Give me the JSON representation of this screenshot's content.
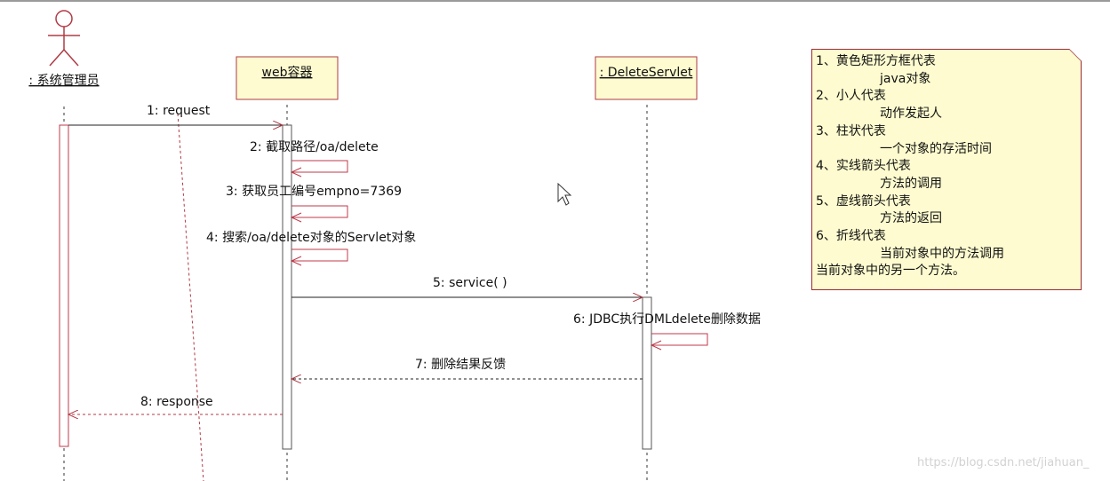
{
  "actors": [
    {
      "id": "admin",
      "label": ": 系统管理员",
      "kind": "stick-figure"
    },
    {
      "id": "web",
      "label": "web容器",
      "kind": "object"
    },
    {
      "id": "servlet",
      "label": ": DeleteServlet",
      "kind": "object"
    }
  ],
  "messages": [
    {
      "num": "1",
      "label": "1: request",
      "from": "admin",
      "to": "web",
      "style": "solid"
    },
    {
      "num": "2",
      "label": "2: 截取路径/oa/delete",
      "from": "web",
      "to": "web",
      "style": "self"
    },
    {
      "num": "3",
      "label": "3: 获取员工编号empno=7369",
      "from": "web",
      "to": "web",
      "style": "self"
    },
    {
      "num": "4",
      "label": "4: 搜索/oa/delete对象的Servlet对象",
      "from": "web",
      "to": "web",
      "style": "self"
    },
    {
      "num": "5",
      "label": "5: service( )",
      "from": "web",
      "to": "servlet",
      "style": "solid"
    },
    {
      "num": "6",
      "label": "6: JDBC执行DMLdelete删除数据",
      "from": "servlet",
      "to": "servlet",
      "style": "self"
    },
    {
      "num": "7",
      "label": "7: 删除结果反馈",
      "from": "servlet",
      "to": "web",
      "style": "dashed"
    },
    {
      "num": "8",
      "label": "8: response",
      "from": "web",
      "to": "admin",
      "style": "dashed"
    }
  ],
  "legend": {
    "lines": [
      {
        "text": "1、黄色矩形方框代表",
        "indent": false
      },
      {
        "text": "java对象",
        "indent": true
      },
      {
        "text": "2、小人代表",
        "indent": false
      },
      {
        "text": "动作发起人",
        "indent": true
      },
      {
        "text": "3、柱状代表",
        "indent": false
      },
      {
        "text": "一个对象的存活时间",
        "indent": true
      },
      {
        "text": "4、实线箭头代表",
        "indent": false
      },
      {
        "text": "方法的调用",
        "indent": true
      },
      {
        "text": "5、虚线箭头代表",
        "indent": false
      },
      {
        "text": "方法的返回",
        "indent": true
      },
      {
        "text": "6、折线代表",
        "indent": false
      },
      {
        "text": "当前对象中的方法调用",
        "indent": true
      },
      {
        "text": "当前对象中的另一个方法。",
        "indent": false
      }
    ]
  },
  "watermark": "https://blog.csdn.net/jiahuan_",
  "colors": {
    "object_fill": "#fdfbcf",
    "object_border": "#b03a46",
    "activation_border": "#c0394a",
    "line": "#222222",
    "stray_line": "#b03a46"
  },
  "icons": {
    "cursor": "arrow-cursor-icon",
    "actor": "stick-figure-icon"
  }
}
